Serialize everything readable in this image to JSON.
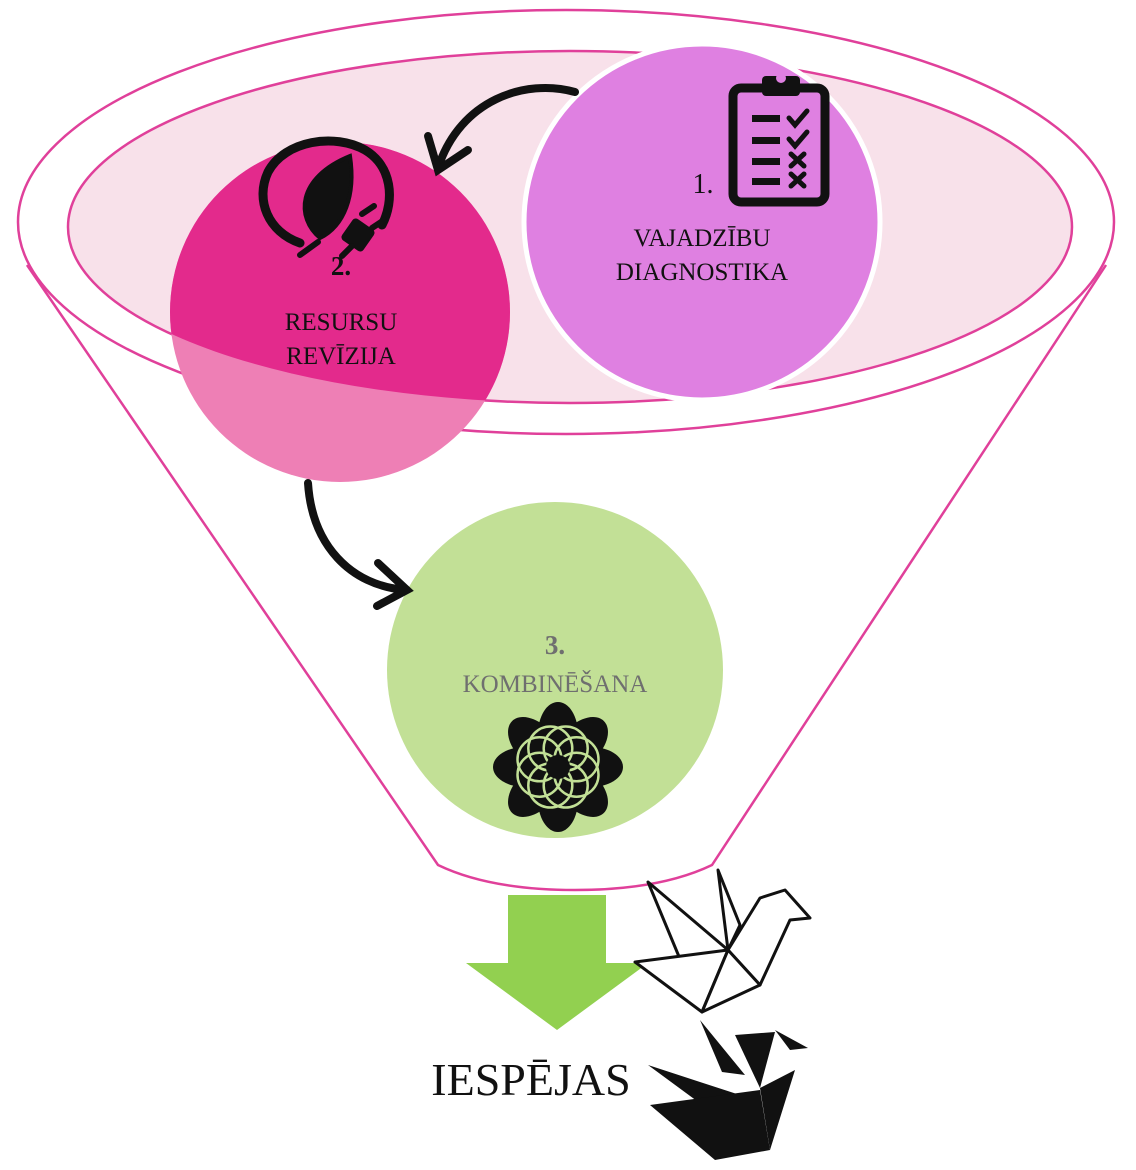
{
  "colors": {
    "funnel_stroke": "#e0409a",
    "ellipse_fill": "#f8e1ea",
    "circle1_fill": "#df80e1",
    "circle2_fill": "#e32a8c",
    "circle2_lower_fill": "#ee7fb5",
    "circle3_fill": "#c2e096",
    "arrow_fill": "#92d050",
    "label_dark": "#111111",
    "label_grey": "#6f6f6f"
  },
  "steps": [
    {
      "number": "1.",
      "lines": [
        "VAJADZĪBU",
        "DIAGNOSTIKA"
      ],
      "icon": "clipboard-checklist-icon"
    },
    {
      "number": "2.",
      "lines": [
        "RESURSU",
        "REVĪZIJA"
      ],
      "icon": "leaf-plug-icon"
    },
    {
      "number": "3.",
      "lines": [
        "KOMBINĒŠANA"
      ],
      "icon": "flower-mandala-icon"
    }
  ],
  "output": {
    "label": "IESPĒJAS",
    "icons": [
      "origami-crane-outline-icon",
      "origami-crane-black-icon"
    ]
  }
}
